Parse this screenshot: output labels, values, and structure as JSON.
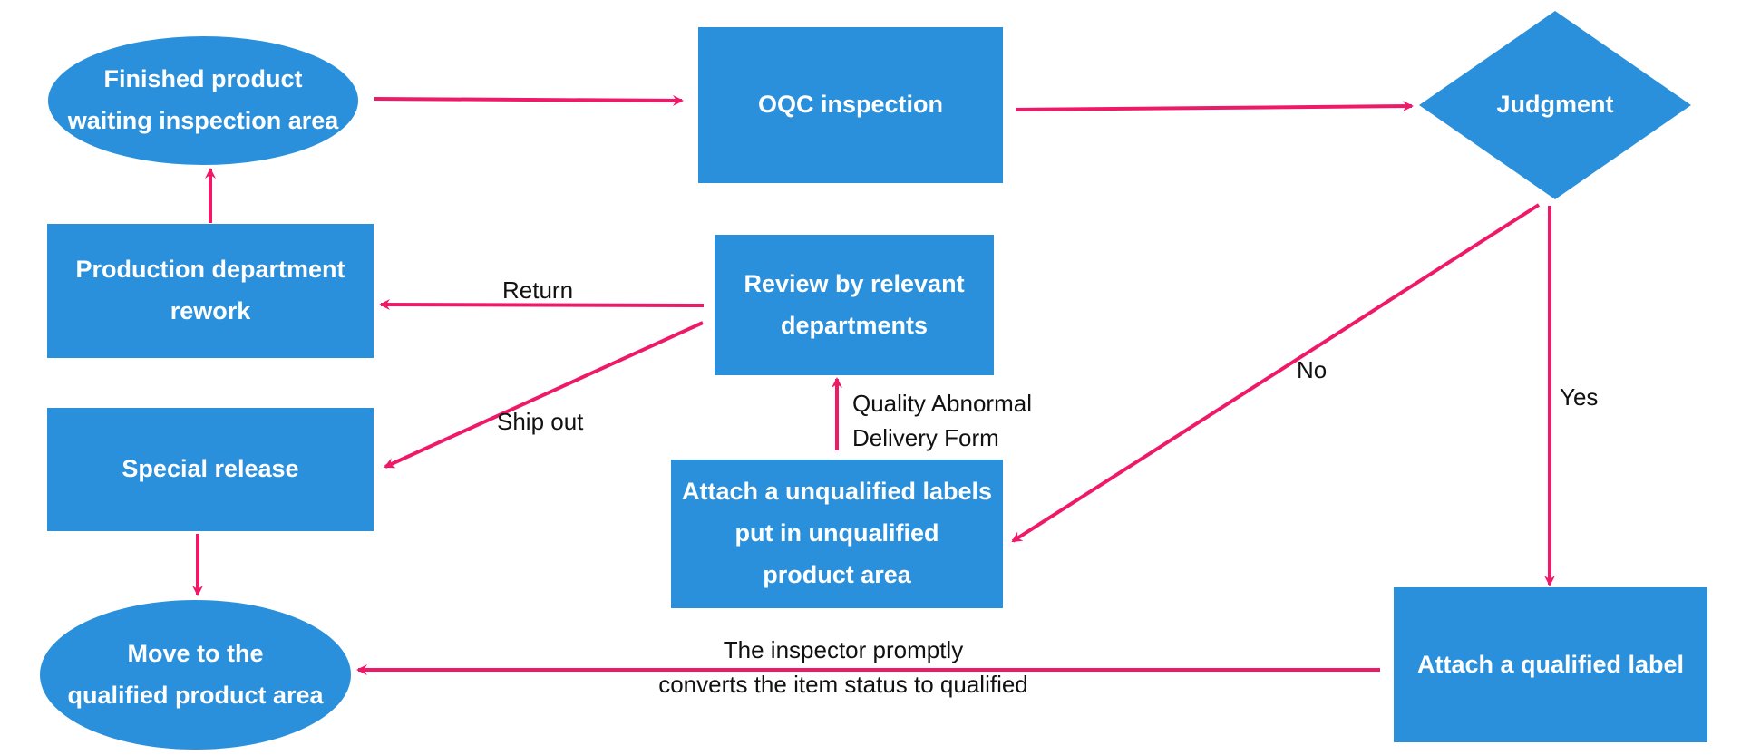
{
  "nodes": {
    "finished": "Finished product\nwaiting inspection area",
    "oqc": "OQC inspection",
    "judgment": "Judgment",
    "rework": "Production department\nrework",
    "review": "Review by relevant\ndepartments",
    "special": "Special release",
    "unqualified": "Attach a unqualified labels\nput in unqualified\nproduct area",
    "qualified_area": "Move to the\nqualified product area",
    "qualified_label": "Attach a qualified label"
  },
  "labels": {
    "return": "Return",
    "ship_out": "Ship out",
    "quality_form": "Quality Abnormal\nDelivery Form",
    "no": "No",
    "yes": "Yes",
    "inspector": "The inspector promptly\nconverts the item status to qualified"
  },
  "colors": {
    "node_fill": "#2a90dc",
    "arrow": "#ee1a68"
  }
}
